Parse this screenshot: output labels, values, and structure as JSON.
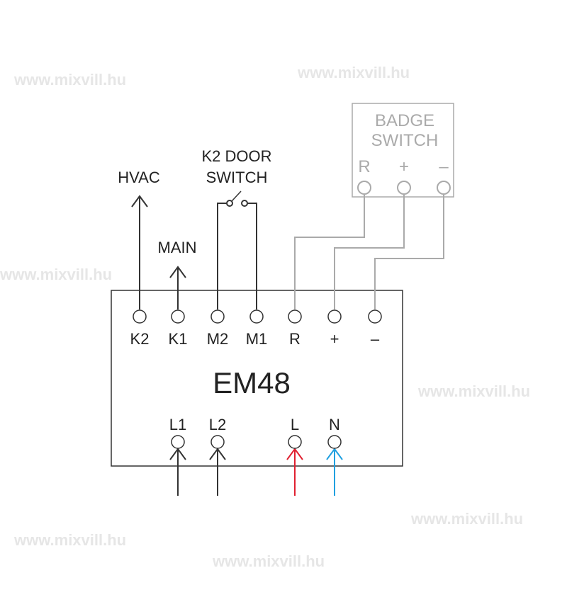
{
  "watermark": "www.mixvill.hu",
  "device": "EM48",
  "top_terminals": [
    "K2",
    "K1",
    "M2",
    "M1",
    "R",
    "+",
    "–"
  ],
  "bottom_terminals": [
    "L1",
    "L2",
    "L",
    "N"
  ],
  "hvac": "HVAC",
  "main": "MAIN",
  "door_switch": [
    "K2 DOOR",
    "SWITCH"
  ],
  "badge_switch": {
    "title": [
      "BADGE",
      "SWITCH"
    ],
    "terminals": [
      "R",
      "+",
      "–"
    ]
  },
  "colors": {
    "line": "#333333",
    "badge": "#aaaaaa",
    "L": "#e02030",
    "N": "#20a0e0"
  }
}
